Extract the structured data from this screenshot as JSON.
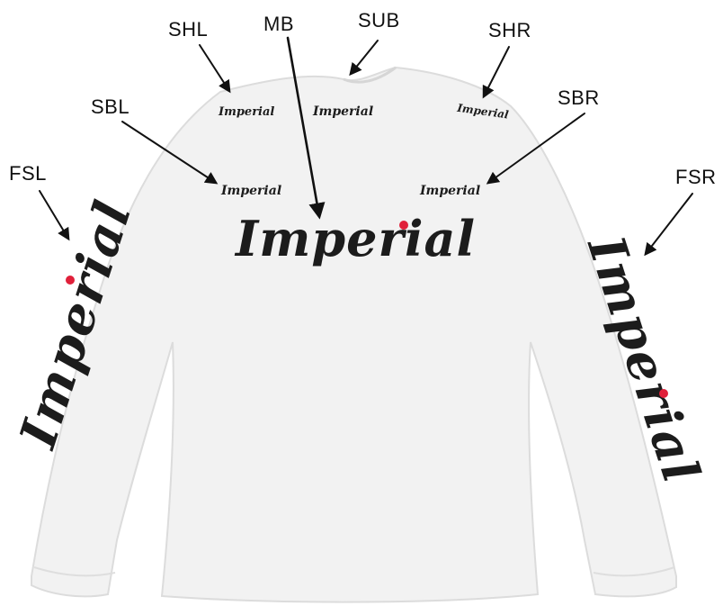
{
  "diagram": {
    "placements": [
      {
        "code": "SHL"
      },
      {
        "code": "MB"
      },
      {
        "code": "SUB"
      },
      {
        "code": "SHR"
      },
      {
        "code": "SBL"
      },
      {
        "code": "SBR"
      },
      {
        "code": "FSL"
      },
      {
        "code": "FSR"
      }
    ],
    "logo_text": "Imperial",
    "colors": {
      "shirt_fill": "#f2f2f2",
      "shirt_edge": "#dcdcdc",
      "logo_ink": "#1c1c1c",
      "logo_dot": "#e0203a",
      "arrow": "#111111"
    }
  }
}
